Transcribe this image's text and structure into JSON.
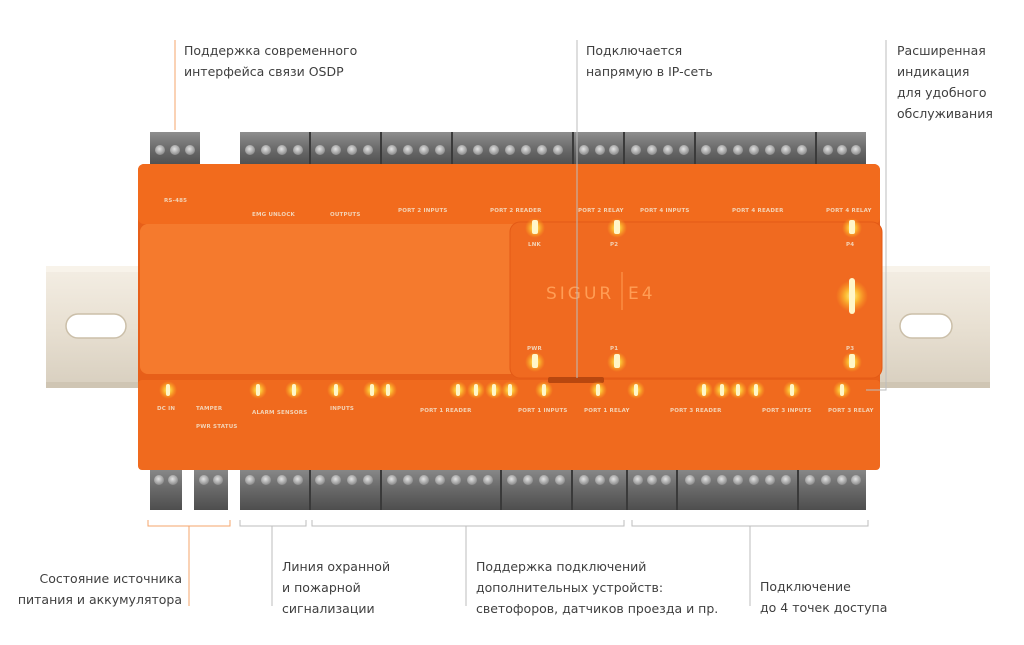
{
  "colors": {
    "housing": "#f26b1d",
    "housing_dark": "#d9561a",
    "led": "#ffd84a",
    "rail": "#efe8dc",
    "leader": "#f5a46b",
    "text": "#3f3f3f"
  },
  "device": {
    "brand": "SIGUR",
    "model": "E4",
    "top_labels": [
      "RS-485",
      "EMG UNLOCK",
      "OUTPUTS",
      "PORT 2 INPUTS",
      "PORT 2 READER",
      "PORT 2 RELAY",
      "PORT 4 INPUTS",
      "PORT 4 READER",
      "PORT 4 RELAY"
    ],
    "bottom_labels": [
      "DC IN",
      "TAMPER",
      "PWR STATUS",
      "ALARM SENSORS",
      "INPUTS",
      "PORT 1 READER",
      "PORT 1 INPUTS",
      "PORT 1 RELAY",
      "PORT 3 READER",
      "PORT 3 INPUTS",
      "PORT 3 RELAY"
    ],
    "panel_labels": {
      "lnk": "LNK",
      "pwr": "PWR",
      "p2": "P2",
      "p4": "P4",
      "p1": "P1",
      "p3": "P3"
    }
  },
  "callouts": {
    "osdp": {
      "lines": [
        "Поддержка современного",
        "интерфейса связи OSDP"
      ]
    },
    "ip": {
      "lines": [
        "Подключается",
        "напрямую в IP-сеть"
      ]
    },
    "indication": {
      "lines": [
        "Расширенная",
        "индикация",
        "для удобного",
        "обслуживания"
      ]
    },
    "power": {
      "lines": [
        "Состояние источника",
        "питания и аккумулятора"
      ]
    },
    "alarm": {
      "lines": [
        "Линия охранной",
        "и пожарной",
        "сигнализации"
      ]
    },
    "extra": {
      "lines": [
        "Поддержка подключений",
        "дополнительных устройств:",
        "светофоров, датчиков проезда и пр."
      ]
    },
    "access": {
      "lines": [
        "Подключение",
        "до 4 точек доступа"
      ]
    }
  }
}
